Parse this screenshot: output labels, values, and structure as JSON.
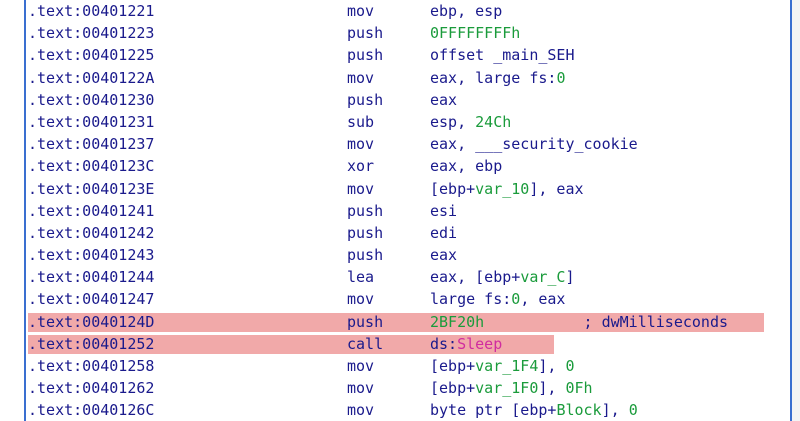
{
  "rows": [
    {
      "addr": ".text:00401221",
      "mnem": "mov",
      "ops": [
        {
          "t": "ebp, esp",
          "k": "plain"
        }
      ]
    },
    {
      "addr": ".text:00401223",
      "mnem": "push",
      "ops": [
        {
          "t": "0FFFFFFFFh",
          "k": "num"
        }
      ]
    },
    {
      "addr": ".text:00401225",
      "mnem": "push",
      "ops": [
        {
          "t": "offset _main_SEH",
          "k": "plain"
        }
      ]
    },
    {
      "addr": ".text:0040122A",
      "mnem": "mov",
      "ops": [
        {
          "t": "eax, large fs:",
          "k": "plain"
        },
        {
          "t": "0",
          "k": "num"
        }
      ]
    },
    {
      "addr": ".text:00401230",
      "mnem": "push",
      "ops": [
        {
          "t": "eax",
          "k": "plain"
        }
      ]
    },
    {
      "addr": ".text:00401231",
      "mnem": "sub",
      "ops": [
        {
          "t": "esp, ",
          "k": "plain"
        },
        {
          "t": "24Ch",
          "k": "num"
        }
      ]
    },
    {
      "addr": ".text:00401237",
      "mnem": "mov",
      "ops": [
        {
          "t": "eax, ___security_cookie",
          "k": "plain"
        }
      ]
    },
    {
      "addr": ".text:0040123C",
      "mnem": "xor",
      "ops": [
        {
          "t": "eax, ebp",
          "k": "plain"
        }
      ]
    },
    {
      "addr": ".text:0040123E",
      "mnem": "mov",
      "ops": [
        {
          "t": "[ebp+",
          "k": "plain"
        },
        {
          "t": "var_10",
          "k": "num"
        },
        {
          "t": "], eax",
          "k": "plain"
        }
      ]
    },
    {
      "addr": ".text:00401241",
      "mnem": "push",
      "ops": [
        {
          "t": "esi",
          "k": "plain"
        }
      ]
    },
    {
      "addr": ".text:00401242",
      "mnem": "push",
      "ops": [
        {
          "t": "edi",
          "k": "plain"
        }
      ]
    },
    {
      "addr": ".text:00401243",
      "mnem": "push",
      "ops": [
        {
          "t": "eax",
          "k": "plain"
        }
      ]
    },
    {
      "addr": ".text:00401244",
      "mnem": "lea",
      "ops": [
        {
          "t": "eax, [ebp+",
          "k": "plain"
        },
        {
          "t": "var_C",
          "k": "num"
        },
        {
          "t": "]",
          "k": "plain"
        }
      ]
    },
    {
      "addr": ".text:00401247",
      "mnem": "mov",
      "ops": [
        {
          "t": "large fs:",
          "k": "plain"
        },
        {
          "t": "0",
          "k": "num"
        },
        {
          "t": ", eax",
          "k": "plain"
        }
      ]
    },
    {
      "addr": ".text:0040124D",
      "mnem": "push",
      "highlight": "long",
      "ops": [
        {
          "t": "2BF20h",
          "k": "num"
        },
        {
          "t": "           ; dwMilliseconds",
          "k": "cmt"
        }
      ]
    },
    {
      "addr": ".text:00401252",
      "mnem": "call",
      "highlight": "short",
      "ops": [
        {
          "t": "ds:",
          "k": "plain"
        },
        {
          "t": "Sleep",
          "k": "func"
        }
      ]
    },
    {
      "addr": ".text:00401258",
      "mnem": "mov",
      "ops": [
        {
          "t": "[ebp+",
          "k": "plain"
        },
        {
          "t": "var_1F4",
          "k": "num"
        },
        {
          "t": "], ",
          "k": "plain"
        },
        {
          "t": "0",
          "k": "num"
        }
      ]
    },
    {
      "addr": ".text:00401262",
      "mnem": "mov",
      "ops": [
        {
          "t": "[ebp+",
          "k": "plain"
        },
        {
          "t": "var_1F0",
          "k": "num"
        },
        {
          "t": "], ",
          "k": "plain"
        },
        {
          "t": "0Fh",
          "k": "num"
        }
      ]
    },
    {
      "addr": ".text:0040126C",
      "mnem": "mov",
      "ops": [
        {
          "t": "byte ptr [ebp+",
          "k": "plain"
        },
        {
          "t": "Block",
          "k": "num"
        },
        {
          "t": "], ",
          "k": "plain"
        },
        {
          "t": "0",
          "k": "num"
        }
      ]
    }
  ],
  "colors": {
    "text": "#1a1a8c",
    "number": "#1a9b3b",
    "function": "#d02d9f",
    "highlight": "#f1a9a9",
    "border": "#3a6fd0"
  }
}
